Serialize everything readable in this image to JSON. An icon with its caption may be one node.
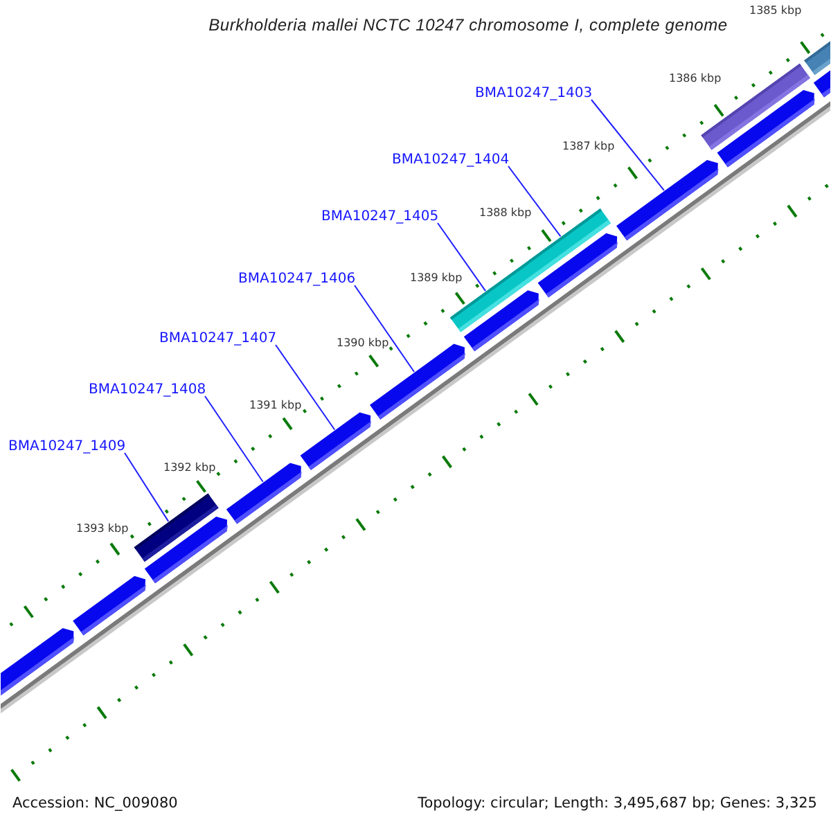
{
  "diagram": {
    "title": "Burkholderia mallei NCTC 10247 chromosome I, complete genome",
    "nodes": [
      {
        "text": [
          "BMA10247_1403"
        ]
      },
      {
        "text": [
          "BMA10247_1404"
        ]
      },
      {
        "text": [
          "BMA10247_1405"
        ]
      },
      {
        "text": [
          "BMA10247_1406"
        ]
      },
      {
        "text": [
          "BMA10247_1407"
        ]
      },
      {
        "text": [
          "BMA10247_1408"
        ]
      },
      {
        "text": [
          "BMA10247_1409"
        ]
      },
      {
        "text": [],
        "shape": "pentagon"
      },
      {
        "text": [],
        "shape": "pentagon"
      },
      {
        "text": [],
        "shape": "pentagon"
      },
      {
        "text": [],
        "shape": "bar"
      },
      {
        "text": [],
        "shape": "pentagon"
      },
      {
        "text": [],
        "shape": "pentagon"
      },
      {
        "text": [],
        "shape": "pentagon"
      },
      {
        "text": [],
        "shape": "pentagon"
      },
      {
        "text": [],
        "shape": "bar"
      },
      {
        "text": [],
        "shape": "pentagon"
      },
      {
        "text": [],
        "shape": "pentagon"
      },
      {
        "text": [],
        "shape": "bar"
      },
      {
        "text": [],
        "shape": "pentagon"
      },
      {
        "text": [],
        "shape": "bar"
      },
      {
        "text": [],
        "shape": "pentagon"
      }
    ],
    "edges": [
      {
        "from": 0,
        "to": 17,
        "arrow": "none"
      },
      {
        "from": 1,
        "to": 15,
        "arrow": "none"
      },
      {
        "from": 2,
        "to": 15,
        "arrow": "none"
      },
      {
        "from": 3,
        "to": 13,
        "arrow": "none"
      },
      {
        "from": 4,
        "to": 12,
        "arrow": "none"
      },
      {
        "from": 5,
        "to": 11,
        "arrow": "none"
      },
      {
        "from": 6,
        "to": 10,
        "arrow": "none"
      }
    ],
    "labels": [
      "1385 kbp",
      "1386 kbp",
      "1387 kbp",
      "1388 kbp",
      "1389 kbp",
      "1390 kbp",
      "1391 kbp",
      "1392 kbp",
      "1393 kbp",
      "Accession: NC_009080",
      "Topology: circular; Length: 3,495,687 bp; Genes: 3,325"
    ]
  }
}
